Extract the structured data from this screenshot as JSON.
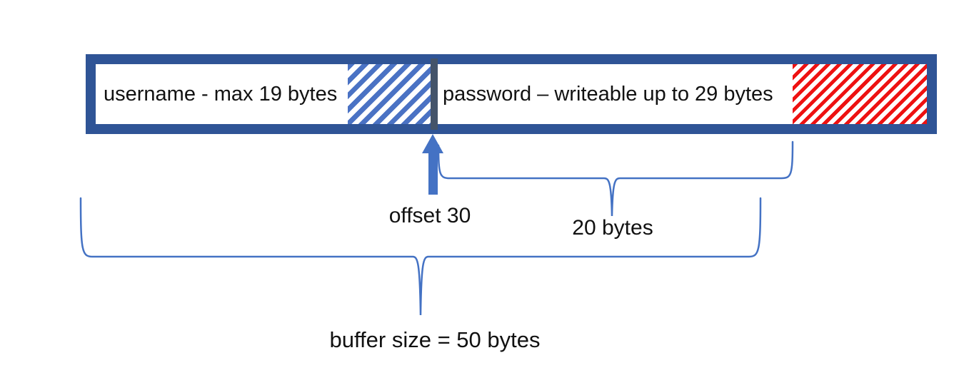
{
  "diagram": {
    "buffer": {
      "username_label": "username - max 19 bytes",
      "password_label": "password – writeable up to 29 bytes"
    },
    "annotations": {
      "offset_label": "offset 30",
      "password_size_label": "20 bytes",
      "buffer_size_label": "buffer size = 50 bytes"
    },
    "regions": {
      "username_hatch": "blue-diagonal-hatch",
      "password_overflow_hatch": "red-diagonal-hatch"
    },
    "colors": {
      "frame": "#2F5496",
      "divider": "#44546A",
      "accent_blue": "#4472C4",
      "hatch_blue": "#4A72C4",
      "hatch_red": "#EE1111",
      "text": "#111111"
    }
  }
}
